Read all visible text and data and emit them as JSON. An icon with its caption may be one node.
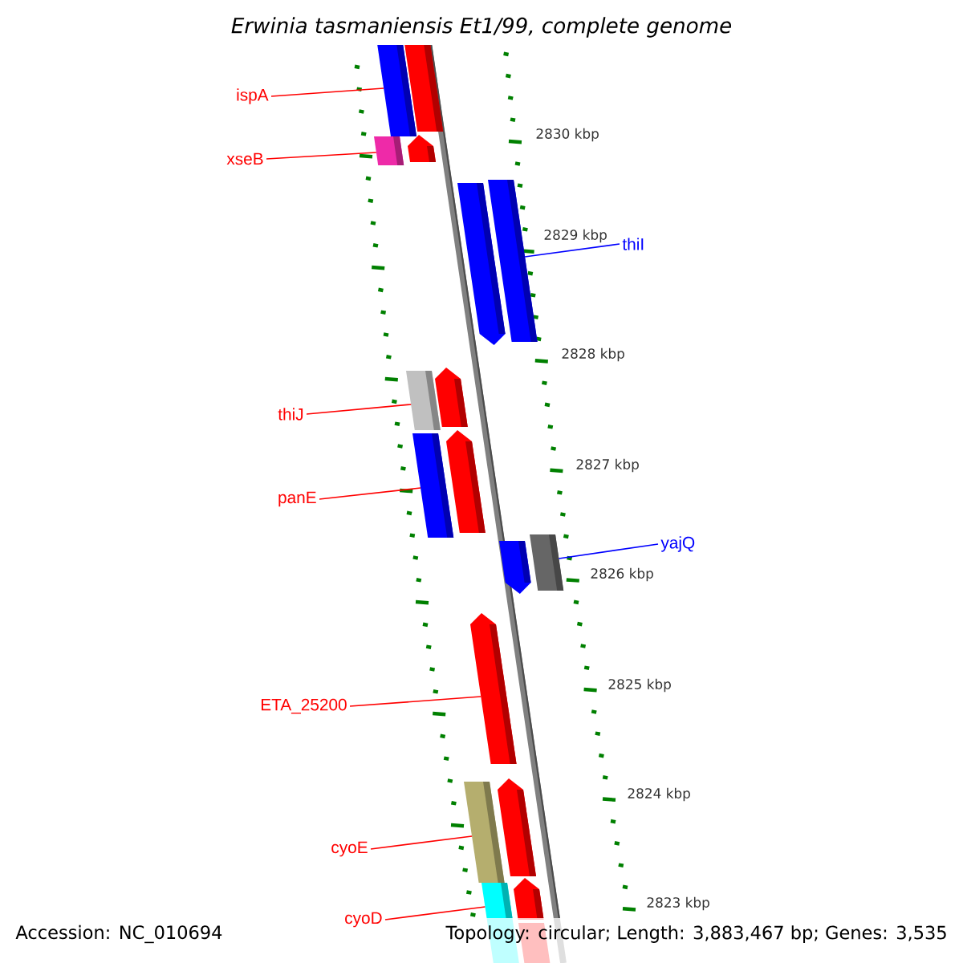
{
  "diagram": {
    "title": "Erwinia tasmaniensis Et1/99, complete genome",
    "nodes": [
      {
        "text": [
          "ispA"
        ]
      },
      {
        "text": [
          "xseB"
        ]
      },
      {
        "text": [
          "thiI"
        ]
      },
      {
        "text": [
          "thiJ"
        ]
      },
      {
        "text": [
          "panE"
        ]
      },
      {
        "text": [
          "yajQ"
        ]
      },
      {
        "text": [
          "ETA_25200"
        ]
      },
      {
        "text": [
          "cyoE"
        ]
      },
      {
        "text": [
          "cyoD"
        ]
      },
      {
        "text": [],
        "shape": "bar"
      },
      {
        "text": [],
        "shape": "bar"
      },
      {
        "text": [],
        "shape": "bar"
      },
      {
        "text": [],
        "shape": "arrow"
      },
      {
        "text": [],
        "shape": "arrow"
      },
      {
        "text": [],
        "shape": "bar"
      },
      {
        "text": [],
        "shape": "bar"
      },
      {
        "text": [],
        "shape": "arrow"
      },
      {
        "text": [],
        "shape": "bar"
      },
      {
        "text": [],
        "shape": "arrow"
      },
      {
        "text": [],
        "shape": "arrow"
      },
      {
        "text": [],
        "shape": "bar"
      },
      {
        "text": [],
        "shape": "arrow"
      },
      {
        "text": [],
        "shape": "bar"
      },
      {
        "text": [],
        "shape": "arrow"
      },
      {
        "text": [],
        "shape": "bar"
      },
      {
        "text": [],
        "shape": "arrow"
      },
      {
        "text": [],
        "shape": "bar"
      }
    ],
    "edges": [
      {
        "from": 0,
        "to": 9,
        "arrow": "none"
      },
      {
        "from": 1,
        "to": 10,
        "arrow": "none"
      },
      {
        "from": 2,
        "to": 14,
        "arrow": "none",
        "color": "#0000ff"
      },
      {
        "from": 3,
        "to": 15,
        "arrow": "none"
      },
      {
        "from": 4,
        "to": 17,
        "arrow": "none"
      },
      {
        "from": 5,
        "to": 20,
        "arrow": "none",
        "color": "#0000ff"
      },
      {
        "from": 6,
        "to": 21,
        "arrow": "none"
      },
      {
        "from": 7,
        "to": 22,
        "arrow": "none"
      },
      {
        "from": 8,
        "to": 24,
        "arrow": "none"
      }
    ],
    "labels": [
      "2830 kbp",
      "2829 kbp",
      "2828 kbp",
      "2827 kbp",
      "2826 kbp",
      "2825 kbp",
      "2824 kbp",
      "2823 kbp",
      "Accession: NC_010694",
      "Topology: circular; Length: 3,883,467 bp; Genes: 3,535"
    ]
  }
}
